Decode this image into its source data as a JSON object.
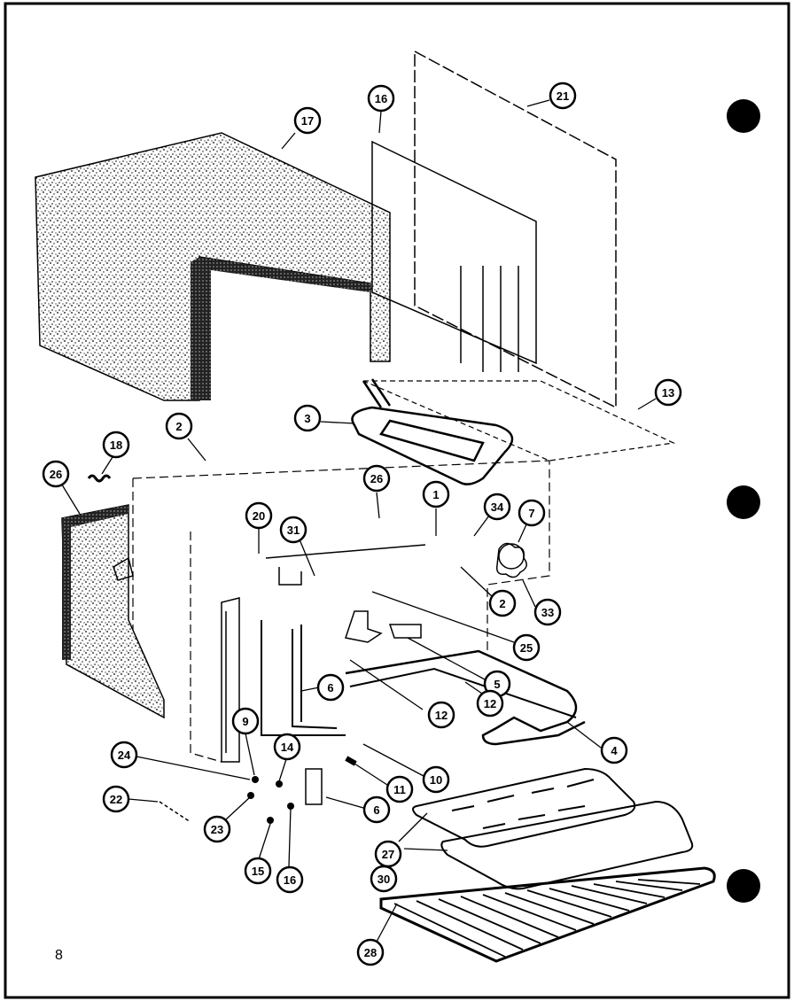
{
  "page": {
    "number": "8"
  },
  "callouts": [
    {
      "id": "c-17",
      "label": "17"
    },
    {
      "id": "c-16-top",
      "label": "16"
    },
    {
      "id": "c-21",
      "label": "21"
    },
    {
      "id": "c-13",
      "label": "13"
    },
    {
      "id": "c-3",
      "label": "3"
    },
    {
      "id": "c-2-left",
      "label": "2"
    },
    {
      "id": "c-18",
      "label": "18"
    },
    {
      "id": "c-26-left",
      "label": "26"
    },
    {
      "id": "c-26-mid",
      "label": "26"
    },
    {
      "id": "c-1",
      "label": "1"
    },
    {
      "id": "c-34",
      "label": "34"
    },
    {
      "id": "c-7",
      "label": "7"
    },
    {
      "id": "c-20",
      "label": "20"
    },
    {
      "id": "c-31",
      "label": "31"
    },
    {
      "id": "c-2-right",
      "label": "2"
    },
    {
      "id": "c-33",
      "label": "33"
    },
    {
      "id": "c-25",
      "label": "25"
    },
    {
      "id": "c-5",
      "label": "5"
    },
    {
      "id": "c-6-mid",
      "label": "6"
    },
    {
      "id": "c-12-a",
      "label": "12"
    },
    {
      "id": "c-12-b",
      "label": "12"
    },
    {
      "id": "c-4",
      "label": "4"
    },
    {
      "id": "c-9",
      "label": "9"
    },
    {
      "id": "c-24",
      "label": "24"
    },
    {
      "id": "c-14",
      "label": "14"
    },
    {
      "id": "c-10",
      "label": "10"
    },
    {
      "id": "c-11",
      "label": "11"
    },
    {
      "id": "c-22",
      "label": "22"
    },
    {
      "id": "c-23",
      "label": "23"
    },
    {
      "id": "c-6-low",
      "label": "6"
    },
    {
      "id": "c-15",
      "label": "15"
    },
    {
      "id": "c-16-low",
      "label": "16"
    },
    {
      "id": "c-27",
      "label": "27"
    },
    {
      "id": "c-30",
      "label": "30"
    },
    {
      "id": "c-28",
      "label": "28"
    }
  ]
}
